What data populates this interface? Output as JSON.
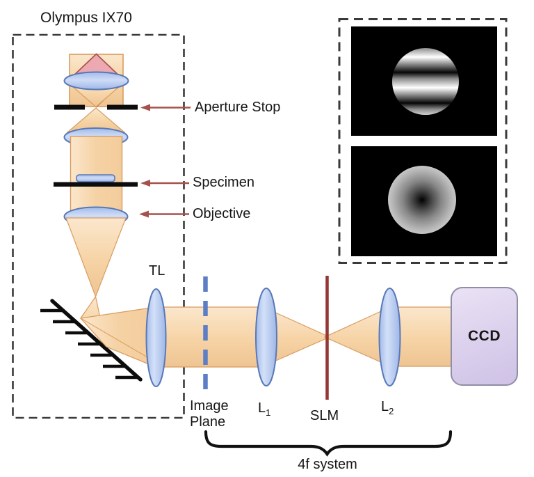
{
  "labels": {
    "title": "Olympus IX70",
    "aperture_stop": "Aperture Stop",
    "specimen": "Specimen",
    "objective": "Objective",
    "tube_lens": "TL",
    "image_plane": "Image Plane",
    "lens1_main": "L",
    "lens1_sub": "1",
    "slm": "SLM",
    "lens2_main": "L",
    "lens2_sub": "2",
    "ccd": "CCD",
    "system_brace": "4f system"
  },
  "inset": {
    "pattern_top": "sinusoidal-horizontal-grating-pattern",
    "pattern_bottom": "radial-dark-center-phase-pattern"
  },
  "colors": {
    "ink": "#161616",
    "beam": "#f7d8b1",
    "beam_border": "#d99c5e",
    "lens_border": "#5878b8",
    "prism": "#eda9b1",
    "prism_border": "#a8524e",
    "arrow": "#a5524d",
    "slm": "#943735",
    "image_plane": "#5b7ec5",
    "box_dash": "#3a3a3a",
    "ccd_border": "#8e8ea6"
  }
}
